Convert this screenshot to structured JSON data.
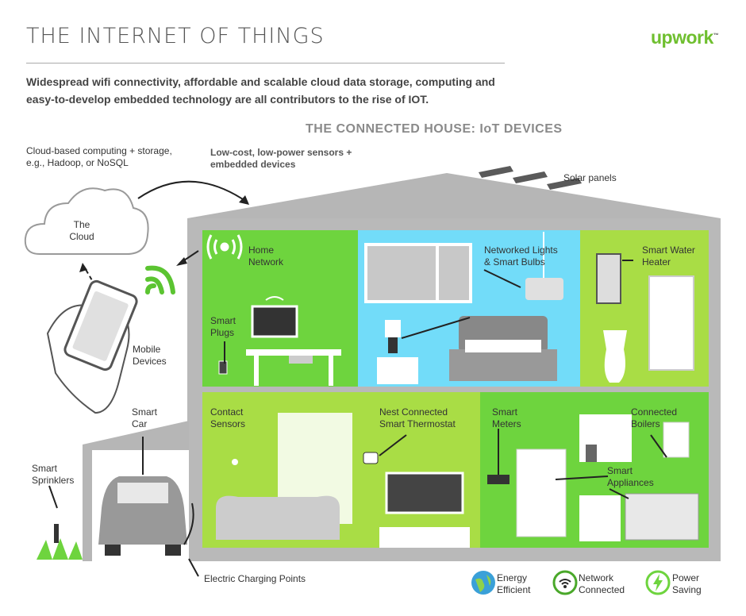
{
  "header": {
    "title": "THE INTERNET OF THINGS",
    "logo": "upwork",
    "logo_tm": "™",
    "intro": "Widespread wifi connectivity, affordable and scalable cloud data storage, computing and easy-to-develop embedded technology are all contributors to the rise of IOT.",
    "subhead": "THE CONNECTED HOUSE: IoT DEVICES"
  },
  "labels": {
    "cloud_computing": "Cloud-based computing + storage, e.g., Hadoop, or NoSQL",
    "sensors": "Low-cost, low-power sensors + embedded devices",
    "solar": "Solar panels",
    "cloud": "The Cloud",
    "home_network": "Home Network",
    "mobile": "Mobile Devices",
    "smart_plugs": "Smart Plugs",
    "lights": "Networked Lights & Smart Bulbs",
    "water_heater": "Smart Water Heater",
    "smart_car": "Smart Car",
    "sprinklers": "Smart Sprinklers",
    "contact": "Contact Sensors",
    "thermostat": "Nest Connected Smart Thermostat",
    "meters": "Smart Meters",
    "boilers": "Connected Boilers",
    "appliances": "Smart Appliances",
    "charging": "Electric Charging Points"
  },
  "legend": [
    {
      "icon": "globe-icon",
      "label": "Energy Efficient"
    },
    {
      "icon": "wifi-icon",
      "label": "Network Connected"
    },
    {
      "icon": "bolt-icon",
      "label": "Power Saving"
    }
  ],
  "colors": {
    "green_dark": "#6fd33e",
    "green_light": "#a9dc46",
    "blue": "#6fdcfb",
    "gray_roof": "#b4b4b4",
    "brand": "#6fbf2f"
  }
}
